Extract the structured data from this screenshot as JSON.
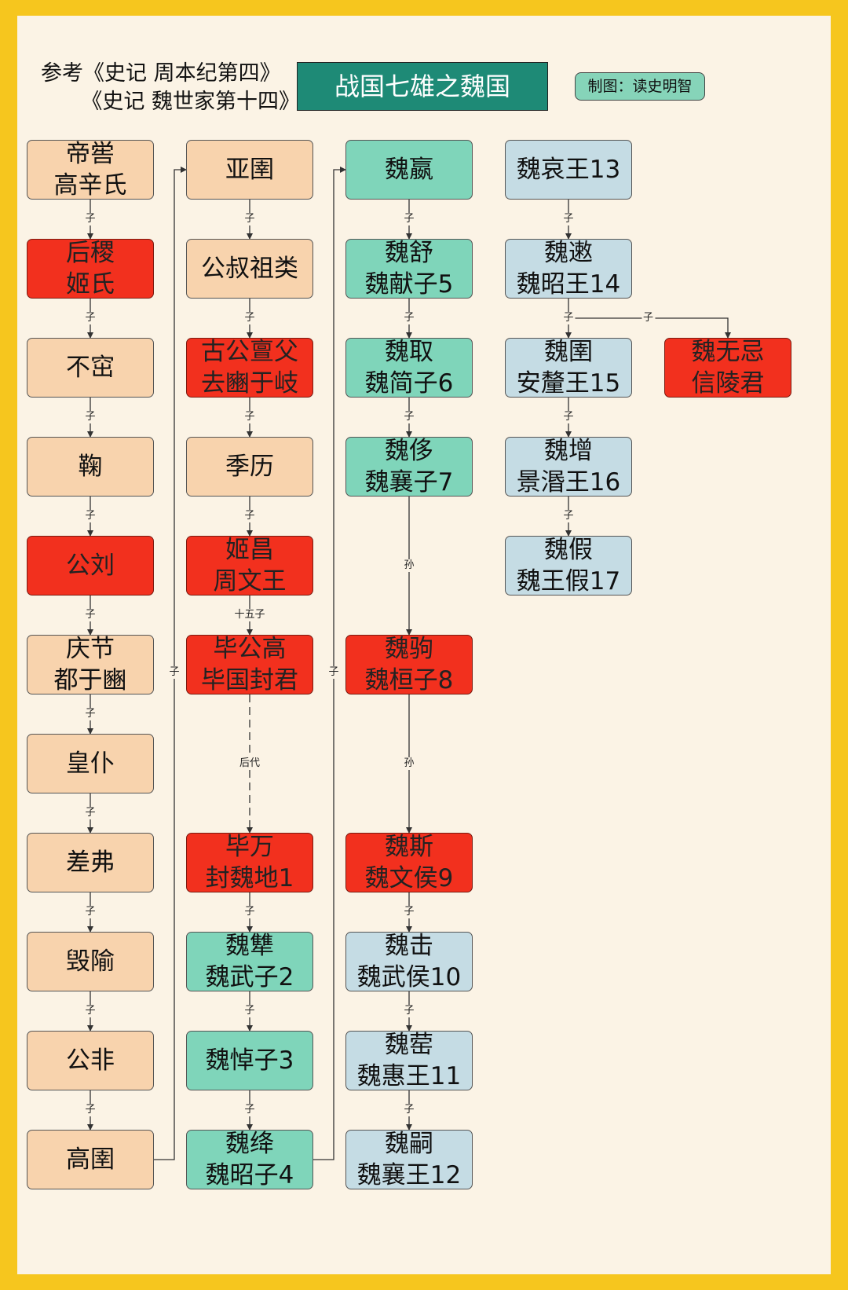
{
  "header": {
    "reference_line1": "参考《史记 周本纪第四》",
    "reference_line2": "《史记 魏世家第十四》",
    "title": "战国七雄之魏国",
    "credit": "制图：读史明智"
  },
  "colors": {
    "frame": "#f6c61e",
    "background": "#fbf3e5",
    "title_bg": "#1e8a76",
    "peach": "#f8d3ad",
    "red": "#f2301e",
    "green": "#7fd5ba",
    "blue": "#c5dce4"
  },
  "diagram": {
    "nodes": [
      {
        "id": "n1",
        "lines": [
          "帝喾",
          "高辛氏"
        ],
        "color": "peach",
        "col": 0,
        "row": 0
      },
      {
        "id": "n2",
        "lines": [
          "后稷",
          "姬氏"
        ],
        "color": "red",
        "col": 0,
        "row": 1
      },
      {
        "id": "n3",
        "lines": [
          "不窋"
        ],
        "color": "peach",
        "col": 0,
        "row": 2
      },
      {
        "id": "n4",
        "lines": [
          "鞠"
        ],
        "color": "peach",
        "col": 0,
        "row": 3
      },
      {
        "id": "n5",
        "lines": [
          "公刘"
        ],
        "color": "red",
        "col": 0,
        "row": 4
      },
      {
        "id": "n6",
        "lines": [
          "庆节",
          "都于豳"
        ],
        "color": "peach",
        "col": 0,
        "row": 5
      },
      {
        "id": "n7",
        "lines": [
          "皇仆"
        ],
        "color": "peach",
        "col": 0,
        "row": 6
      },
      {
        "id": "n8",
        "lines": [
          "差弗"
        ],
        "color": "peach",
        "col": 0,
        "row": 7
      },
      {
        "id": "n9",
        "lines": [
          "毁隃"
        ],
        "color": "peach",
        "col": 0,
        "row": 8
      },
      {
        "id": "n10",
        "lines": [
          "公非"
        ],
        "color": "peach",
        "col": 0,
        "row": 9
      },
      {
        "id": "n11",
        "lines": [
          "高圉"
        ],
        "color": "peach",
        "col": 0,
        "row": 10
      },
      {
        "id": "n12",
        "lines": [
          "亚圉"
        ],
        "color": "peach",
        "col": 1,
        "row": 0
      },
      {
        "id": "n13",
        "lines": [
          "公叔祖类"
        ],
        "color": "peach",
        "col": 1,
        "row": 1
      },
      {
        "id": "n14",
        "lines": [
          "古公亶父",
          "去豳于岐"
        ],
        "color": "red",
        "col": 1,
        "row": 2
      },
      {
        "id": "n15",
        "lines": [
          "季历"
        ],
        "color": "peach",
        "col": 1,
        "row": 3
      },
      {
        "id": "n16",
        "lines": [
          "姬昌",
          "周文王"
        ],
        "color": "red",
        "col": 1,
        "row": 4
      },
      {
        "id": "n17",
        "lines": [
          "毕公高",
          "毕国封君"
        ],
        "color": "red",
        "col": 1,
        "row": 5
      },
      {
        "id": "n18",
        "lines": [
          "毕万",
          "封魏地1"
        ],
        "color": "red",
        "col": 1,
        "row": 7
      },
      {
        "id": "n19",
        "lines": [
          "魏犨",
          "魏武子2"
        ],
        "color": "green",
        "col": 1,
        "row": 8
      },
      {
        "id": "n20",
        "lines": [
          "魏悼子3"
        ],
        "color": "green",
        "col": 1,
        "row": 9
      },
      {
        "id": "n21",
        "lines": [
          "魏绛",
          "魏昭子4"
        ],
        "color": "green",
        "col": 1,
        "row": 10
      },
      {
        "id": "n22",
        "lines": [
          "魏嬴"
        ],
        "color": "green",
        "col": 2,
        "row": 0
      },
      {
        "id": "n23",
        "lines": [
          "魏舒",
          "魏献子5"
        ],
        "color": "green",
        "col": 2,
        "row": 1
      },
      {
        "id": "n24",
        "lines": [
          "魏取",
          "魏简子6"
        ],
        "color": "green",
        "col": 2,
        "row": 2
      },
      {
        "id": "n25",
        "lines": [
          "魏侈",
          "魏襄子7"
        ],
        "color": "green",
        "col": 2,
        "row": 3
      },
      {
        "id": "n26",
        "lines": [
          "魏驹",
          "魏桓子8"
        ],
        "color": "red",
        "col": 2,
        "row": 5
      },
      {
        "id": "n27",
        "lines": [
          "魏斯",
          "魏文侯9"
        ],
        "color": "red",
        "col": 2,
        "row": 7
      },
      {
        "id": "n28",
        "lines": [
          "魏击",
          "魏武侯10"
        ],
        "color": "blue",
        "col": 2,
        "row": 8
      },
      {
        "id": "n29",
        "lines": [
          "魏䓨",
          "魏惠王11"
        ],
        "color": "blue",
        "col": 2,
        "row": 9
      },
      {
        "id": "n30",
        "lines": [
          "魏嗣",
          "魏襄王12"
        ],
        "color": "blue",
        "col": 2,
        "row": 10
      },
      {
        "id": "n31",
        "lines": [
          "魏哀王13"
        ],
        "color": "blue",
        "col": 3,
        "row": 0
      },
      {
        "id": "n32",
        "lines": [
          "魏遫",
          "魏昭王14"
        ],
        "color": "blue",
        "col": 3,
        "row": 1
      },
      {
        "id": "n33",
        "lines": [
          "魏圉",
          "安釐王15"
        ],
        "color": "blue",
        "col": 3,
        "row": 2
      },
      {
        "id": "n34",
        "lines": [
          "魏增",
          "景湣王16"
        ],
        "color": "blue",
        "col": 3,
        "row": 3
      },
      {
        "id": "n35",
        "lines": [
          "魏假",
          "魏王假17"
        ],
        "color": "blue",
        "col": 3,
        "row": 4
      },
      {
        "id": "n36",
        "lines": [
          "魏无忌",
          "信陵君"
        ],
        "color": "red",
        "col": 4,
        "row": 2
      }
    ],
    "edges": [
      {
        "from": "n1",
        "to": "n2",
        "label": "子"
      },
      {
        "from": "n2",
        "to": "n3",
        "label": "子"
      },
      {
        "from": "n3",
        "to": "n4",
        "label": "子"
      },
      {
        "from": "n4",
        "to": "n5",
        "label": "子"
      },
      {
        "from": "n5",
        "to": "n6",
        "label": "子"
      },
      {
        "from": "n6",
        "to": "n7",
        "label": "子"
      },
      {
        "from": "n7",
        "to": "n8",
        "label": "子"
      },
      {
        "from": "n8",
        "to": "n9",
        "label": "子"
      },
      {
        "from": "n9",
        "to": "n10",
        "label": "子"
      },
      {
        "from": "n10",
        "to": "n11",
        "label": "子"
      },
      {
        "from": "n11",
        "to": "n12",
        "label": "子",
        "route": "bus"
      },
      {
        "from": "n12",
        "to": "n13",
        "label": "子"
      },
      {
        "from": "n13",
        "to": "n14",
        "label": "子"
      },
      {
        "from": "n14",
        "to": "n15",
        "label": "子"
      },
      {
        "from": "n15",
        "to": "n16",
        "label": "子"
      },
      {
        "from": "n16",
        "to": "n17",
        "label": "十五子"
      },
      {
        "from": "n17",
        "to": "n18",
        "label": "后代",
        "dashed": true
      },
      {
        "from": "n18",
        "to": "n19",
        "label": "子"
      },
      {
        "from": "n19",
        "to": "n20",
        "label": "子"
      },
      {
        "from": "n20",
        "to": "n21",
        "label": "子"
      },
      {
        "from": "n21",
        "to": "n22",
        "label": "子",
        "route": "bus"
      },
      {
        "from": "n22",
        "to": "n23",
        "label": "子"
      },
      {
        "from": "n23",
        "to": "n24",
        "label": "子"
      },
      {
        "from": "n24",
        "to": "n25",
        "label": "子"
      },
      {
        "from": "n25",
        "to": "n26",
        "label": "孙"
      },
      {
        "from": "n26",
        "to": "n27",
        "label": "孙"
      },
      {
        "from": "n27",
        "to": "n28",
        "label": "子"
      },
      {
        "from": "n28",
        "to": "n29",
        "label": "子"
      },
      {
        "from": "n29",
        "to": "n30",
        "label": "子"
      },
      {
        "from": "n31",
        "to": "n32",
        "label": "子"
      },
      {
        "from": "n32",
        "to": "n33",
        "label": "子"
      },
      {
        "from": "n33",
        "to": "n34",
        "label": "子"
      },
      {
        "from": "n34",
        "to": "n35",
        "label": "子"
      },
      {
        "from": "n32",
        "to": "n36",
        "label": "子",
        "route": "branch"
      }
    ]
  }
}
